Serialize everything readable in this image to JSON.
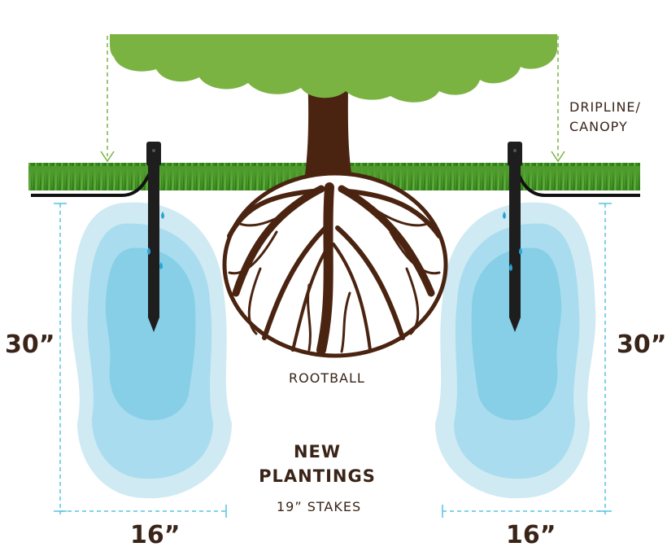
{
  "labels": {
    "dripline_line1": "DRIPLINE/",
    "dripline_line2": "CANOPY",
    "rootball": "ROOTBALL",
    "title_line1": "NEW",
    "title_line2": "PLANTINGS",
    "subtitle": "19” STAKES",
    "depth_left": "30”",
    "depth_right": "30”",
    "width_left": "16”",
    "width_right": "16”"
  },
  "colors": {
    "canopy": "#7bb342",
    "grass": "#3f8a24",
    "trunk": "#4a2410",
    "root": "#4a2410",
    "water_outer": "#cfeaf3",
    "water_mid": "#a9dcee",
    "water_inner": "#86cfe6",
    "stake": "#1e1e1e",
    "dimension_line": "#56c3e0",
    "dripline_arrow": "#7bb342",
    "text": "#3a2418"
  },
  "icons": [
    "tree-canopy-icon",
    "rootball-icon",
    "drip-stake-icon",
    "water-drop-icon"
  ]
}
